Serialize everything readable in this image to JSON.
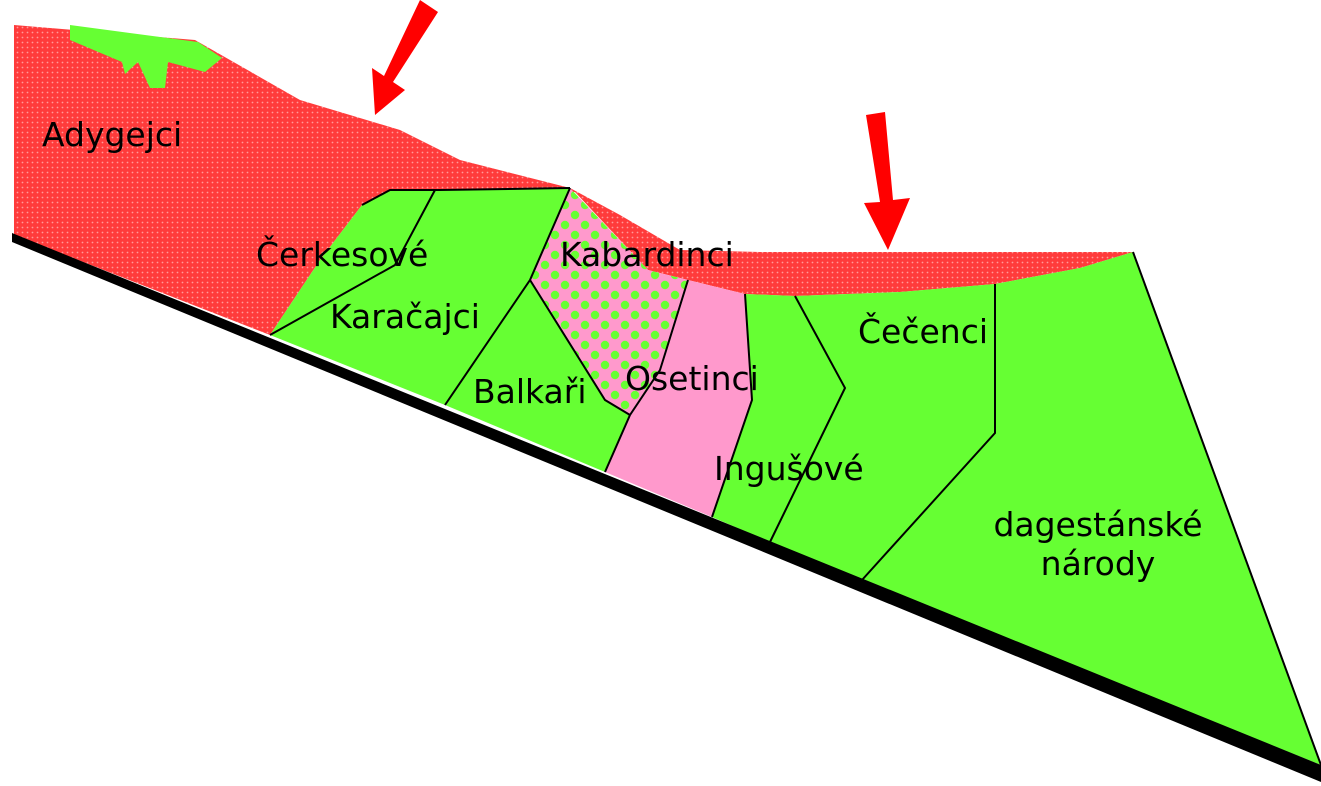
{
  "labels": {
    "adygejci": "Adygejci",
    "cerkesove": "Čerkesové",
    "kabardinci": "Kabardinci",
    "karacajci": "Karačajci",
    "balkari": "Balkaři",
    "osetinci": "Osetinci",
    "ingusove": "Ingušové",
    "cecenci": "Čečenci",
    "dagestanske_line1": "dagestánské",
    "dagestanske_line2": "národy"
  },
  "colors": {
    "red_dotted": "#ff3b3b",
    "green": "#66ff33",
    "pink": "#ff99cc",
    "arrow": "#ff0000",
    "base_line": "#000000"
  }
}
